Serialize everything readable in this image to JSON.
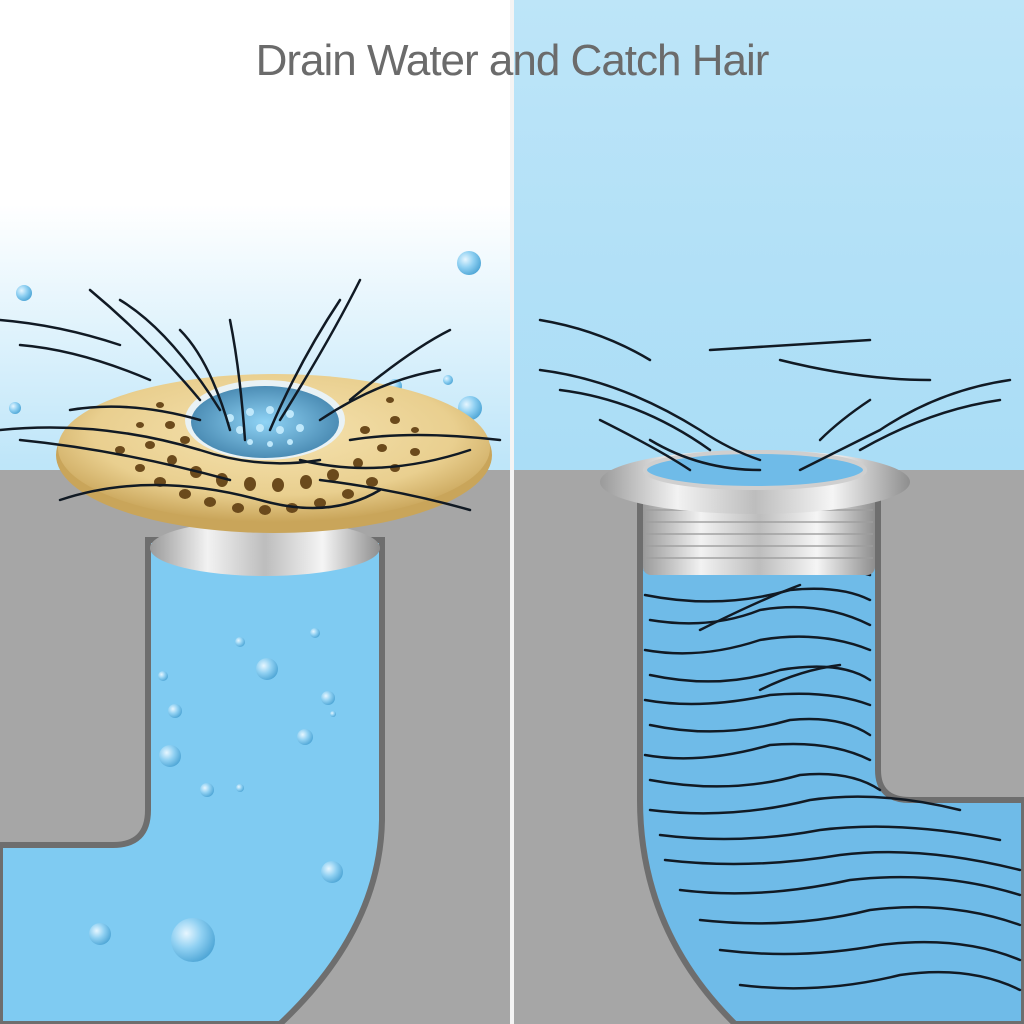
{
  "title": "Drain Water and Catch Hair",
  "panels": [
    {
      "id": "left",
      "label": "with-strainer",
      "description": "Gold perforated strainer catches hair; clear water flows down the pipe with bubbles"
    },
    {
      "id": "right",
      "label": "without-strainer",
      "description": "Open silver drain; hair flows into pipe and clogs it"
    }
  ],
  "colors": {
    "sky_top": "#ffffff",
    "sky_blue": "#bde5f8",
    "water": "#7fcbf2",
    "water_right": "#6fbbe8",
    "floor": "#a6a6a6",
    "pipe_edge": "#6e6e6e",
    "title_text": "#6b6b6b",
    "gold": "#e9cf8f",
    "silver": "#d8d8d8",
    "hair": "#111a24"
  }
}
